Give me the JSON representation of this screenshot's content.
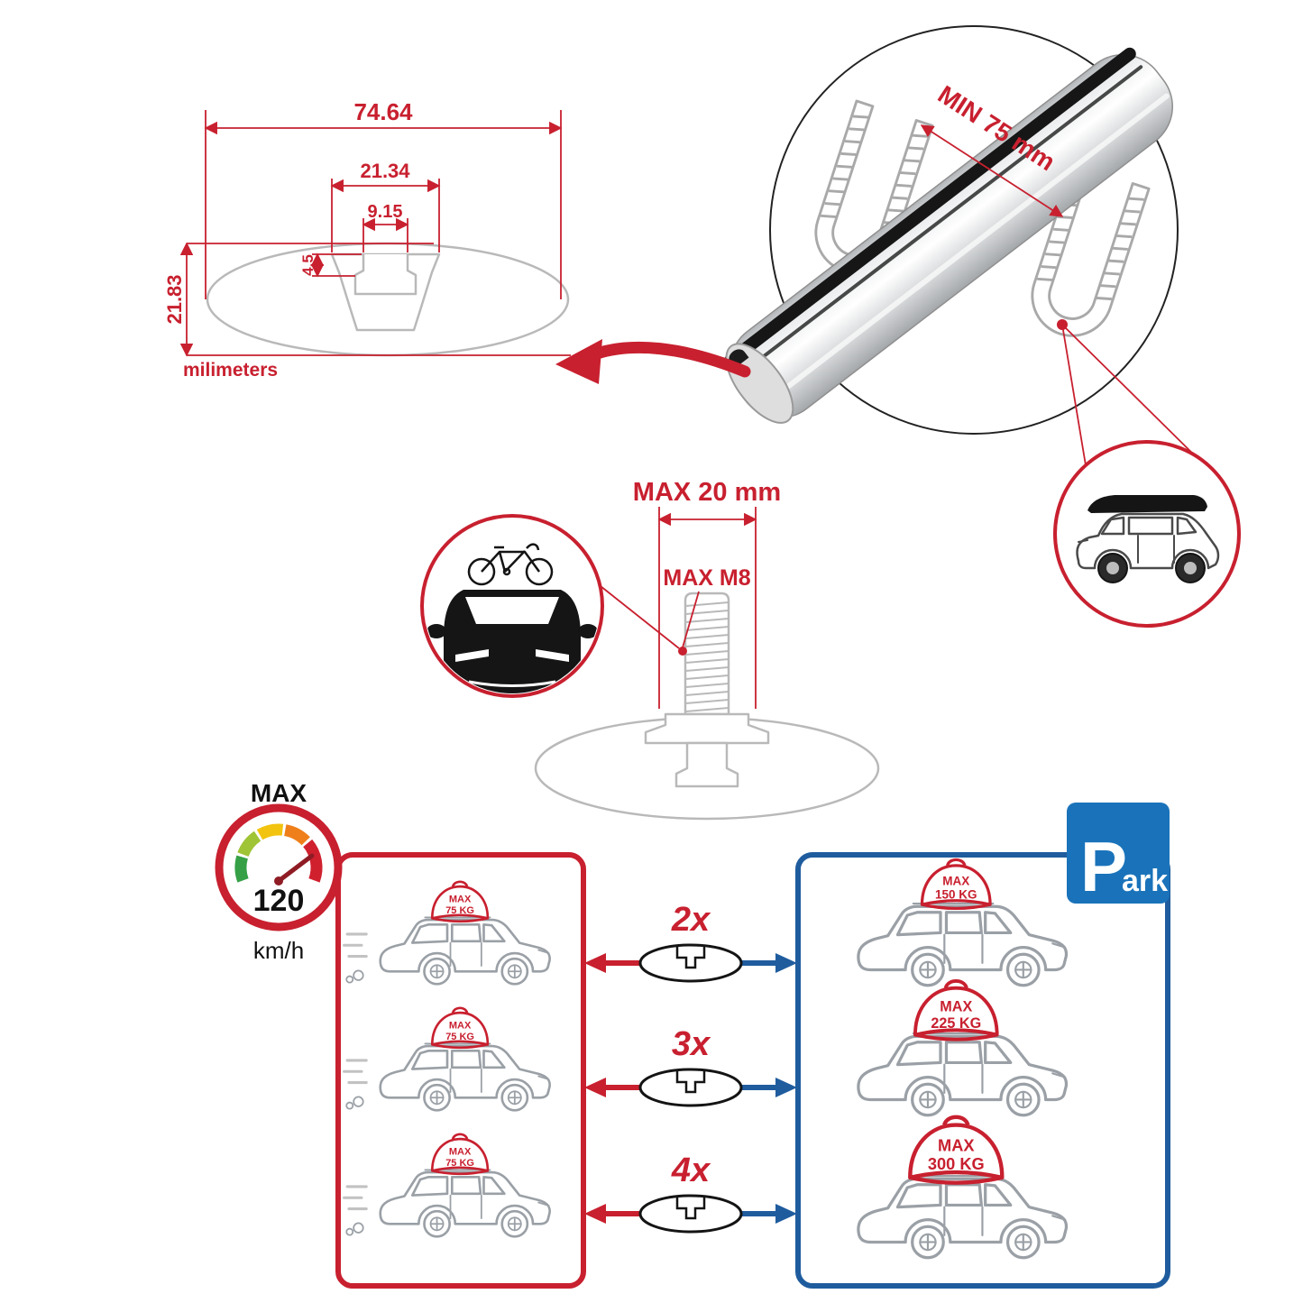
{
  "colors": {
    "red": "#c8202f",
    "panel_blue": "#1f5c9e",
    "sign_blue": "#1a73ba",
    "line_gray": "#b9b9b9",
    "car_gray": "#9aa0a6",
    "dark": "#1a1a1a"
  },
  "cross_section": {
    "width_total": "74.64",
    "width_top": "21.34",
    "slot_width": "9.15",
    "step_height": "4.5",
    "height_total": "21.83",
    "units_label": "milimeters"
  },
  "bar_detail": {
    "min_distance_label": "MIN 75 mm"
  },
  "bolt_detail": {
    "max_length_label": "MAX 20 mm",
    "max_thread_label": "MAX M8"
  },
  "speed_limit": {
    "title": "MAX",
    "value": "120",
    "unit": "km/h"
  },
  "driving_panel": {
    "cars": [
      {
        "line1": "MAX",
        "line2": "75 KG"
      },
      {
        "line1": "MAX",
        "line2": "75 KG"
      },
      {
        "line1": "MAX",
        "line2": "75 KG"
      }
    ]
  },
  "multipliers": [
    {
      "label": "2x"
    },
    {
      "label": "3x"
    },
    {
      "label": "4x"
    }
  ],
  "parking_panel": {
    "cars": [
      {
        "line1": "MAX",
        "line2": "150 KG"
      },
      {
        "line1": "MAX",
        "line2": "225 KG"
      },
      {
        "line1": "MAX",
        "line2": "300 KG"
      }
    ]
  },
  "park_sign": {
    "letter": "P",
    "suffix": "ark"
  }
}
